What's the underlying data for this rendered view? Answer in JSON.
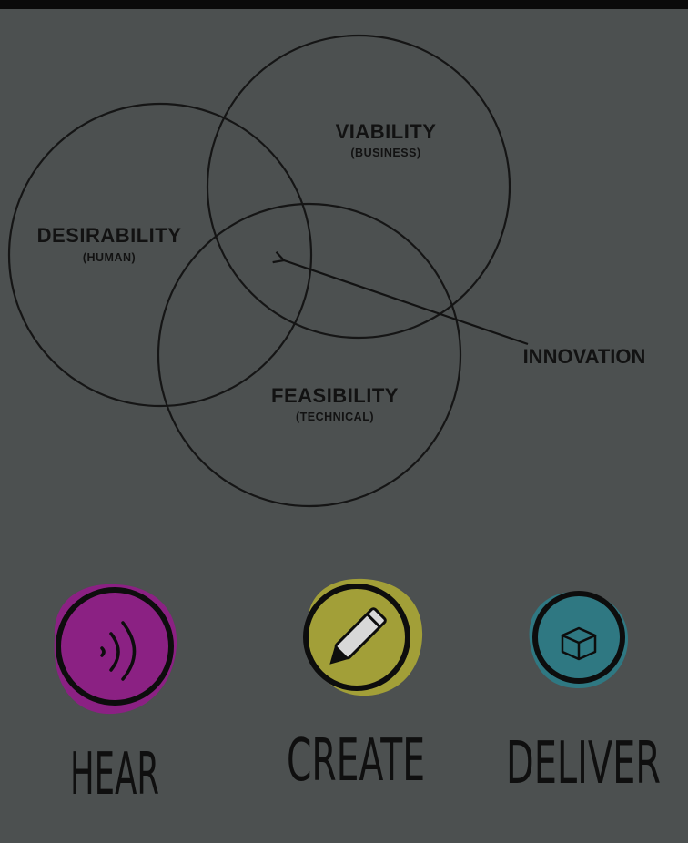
{
  "venn": {
    "viability": {
      "title": "VIABILITY",
      "subtitle": "(BUSINESS)"
    },
    "desirability": {
      "title": "DESIRABILITY",
      "subtitle": "(HUMAN)"
    },
    "feasibility": {
      "title": "FEASIBILITY",
      "subtitle": "(TECHNICAL)"
    },
    "intersection_label": "INNOVATION"
  },
  "steps": [
    {
      "label": "HEAR",
      "icon": "sound-waves-icon",
      "color": "#8e1f86"
    },
    {
      "label": "CREATE",
      "icon": "pencil-icon",
      "color": "#a6a337"
    },
    {
      "label": "DELIVER",
      "icon": "package-icon",
      "color": "#2d7a85"
    }
  ]
}
